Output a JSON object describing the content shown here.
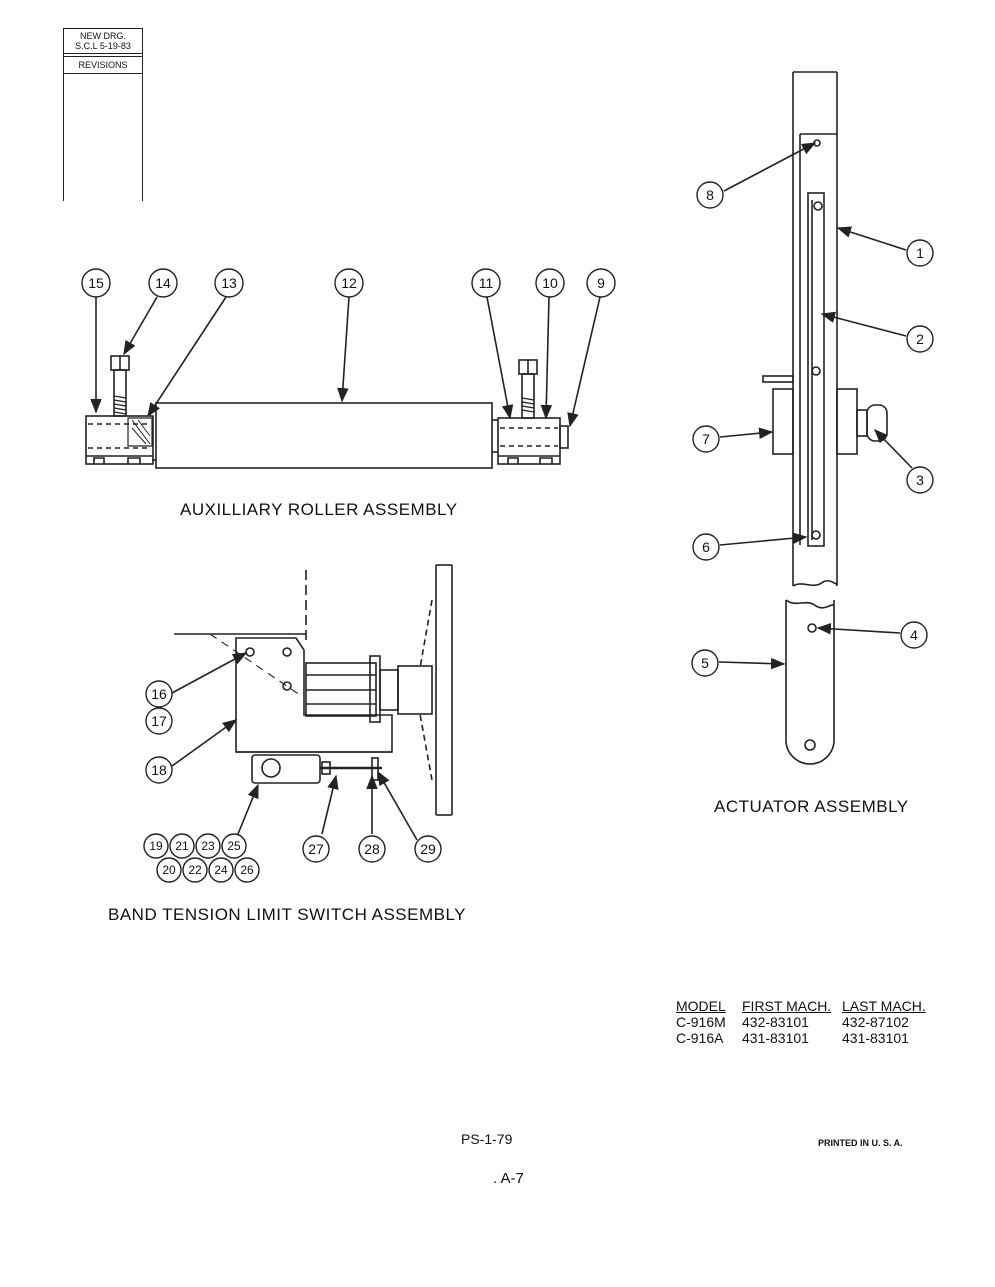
{
  "revisions": {
    "line1": "NEW DRG.",
    "line2": "S.C.L 5-19-83",
    "header": "REVISIONS"
  },
  "roller_callouts": [
    "15",
    "14",
    "13",
    "12",
    "11",
    "10",
    "9"
  ],
  "actuator_callouts": [
    "8",
    "1",
    "2",
    "7",
    "3",
    "6",
    "4",
    "5"
  ],
  "limit_switch_callouts": [
    "16",
    "17",
    "18",
    "27",
    "28",
    "29"
  ],
  "cluster_top": [
    "19",
    "21",
    "23",
    "25"
  ],
  "cluster_bottom": [
    "20",
    "22",
    "24",
    "26"
  ],
  "captions": {
    "roller": "AUXILLIARY ROLLER ASSEMBLY",
    "actuator": "ACTUATOR ASSEMBLY",
    "limit_switch": "BAND TENSION LIMIT SWITCH ASSEMBLY"
  },
  "model_table": {
    "headers": [
      "MODEL",
      "FIRST MACH.",
      "LAST MACH."
    ],
    "rows": [
      [
        "C-916M",
        "432-83101",
        "432-87102"
      ],
      [
        "C-916A",
        "431-83101",
        "431-83101"
      ]
    ]
  },
  "footer": {
    "doc_number": "PS-1-79",
    "page": ". A-7",
    "printed": "PRINTED IN U. S. A."
  }
}
